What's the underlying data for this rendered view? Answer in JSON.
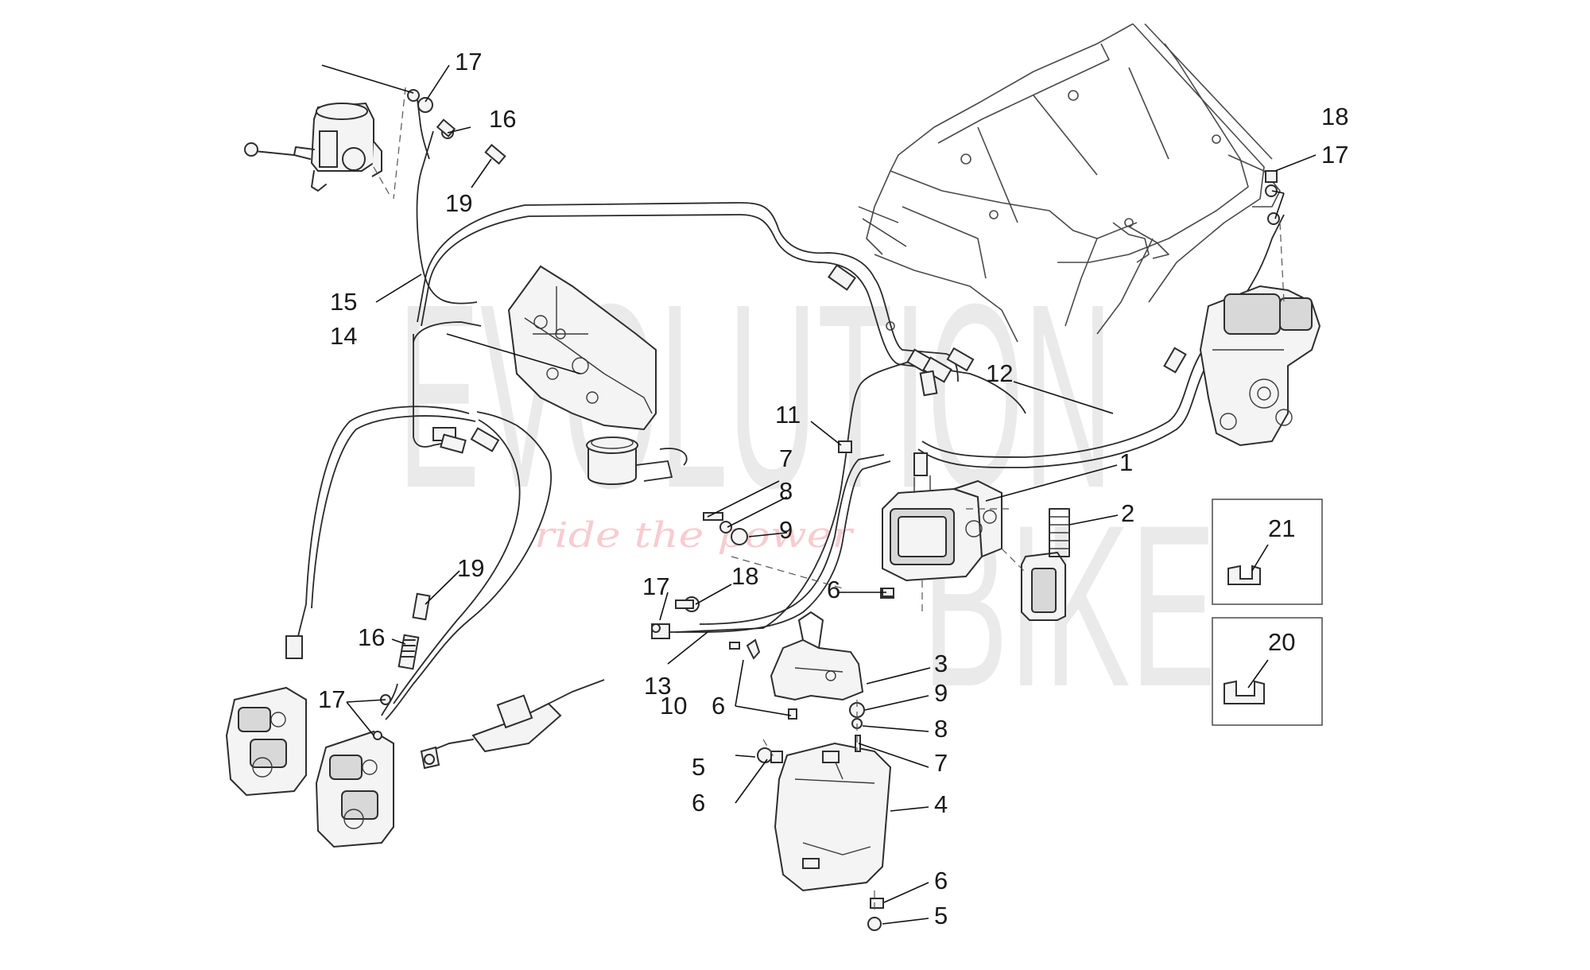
{
  "watermark": {
    "brand_line1": "EVOLUTION",
    "brand_line2": "BIKE",
    "tagline": "ride the power"
  },
  "callouts": [
    {
      "id": "c1",
      "text": "1"
    },
    {
      "id": "c2",
      "text": "2"
    },
    {
      "id": "c3",
      "text": "3"
    },
    {
      "id": "c4",
      "text": "4"
    },
    {
      "id": "c5a",
      "text": "5"
    },
    {
      "id": "c5b",
      "text": "5"
    },
    {
      "id": "c6a",
      "text": "6"
    },
    {
      "id": "c6b",
      "text": "6"
    },
    {
      "id": "c6c",
      "text": "6"
    },
    {
      "id": "c6d",
      "text": "6"
    },
    {
      "id": "c7a",
      "text": "7"
    },
    {
      "id": "c7b",
      "text": "7"
    },
    {
      "id": "c8a",
      "text": "8"
    },
    {
      "id": "c8b",
      "text": "8"
    },
    {
      "id": "c9a",
      "text": "9"
    },
    {
      "id": "c9b",
      "text": "9"
    },
    {
      "id": "c10",
      "text": "10"
    },
    {
      "id": "c11",
      "text": "11"
    },
    {
      "id": "c12",
      "text": "12"
    },
    {
      "id": "c13",
      "text": "13"
    },
    {
      "id": "c14",
      "text": "14"
    },
    {
      "id": "c15",
      "text": "15"
    },
    {
      "id": "c16a",
      "text": "16"
    },
    {
      "id": "c16b",
      "text": "16"
    },
    {
      "id": "c17a",
      "text": "17"
    },
    {
      "id": "c17b",
      "text": "17"
    },
    {
      "id": "c17c",
      "text": "17"
    },
    {
      "id": "c17d",
      "text": "17"
    },
    {
      "id": "c18a",
      "text": "18"
    },
    {
      "id": "c18b",
      "text": "18"
    },
    {
      "id": "c19a",
      "text": "19"
    },
    {
      "id": "c19b",
      "text": "19"
    },
    {
      "id": "c20",
      "text": "20"
    },
    {
      "id": "c21",
      "text": "21"
    }
  ]
}
